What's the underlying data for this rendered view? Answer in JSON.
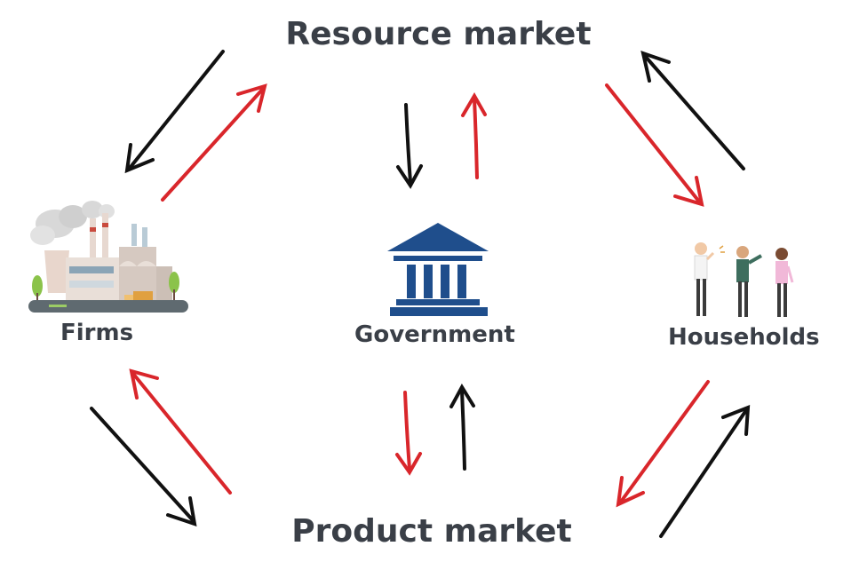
{
  "titles": {
    "resource_market": "Resource market",
    "product_market": "Product market"
  },
  "nodes": {
    "firms": "Firms",
    "government": "Government",
    "households": "Households"
  },
  "icons": {
    "firms": "factory-icon",
    "government": "government-building-icon",
    "households": "people-icon"
  },
  "colors": {
    "text": "#3a3f47",
    "black_arrow": "#111111",
    "red_arrow": "#d9262b",
    "government_blue": "#1f4e8c"
  }
}
